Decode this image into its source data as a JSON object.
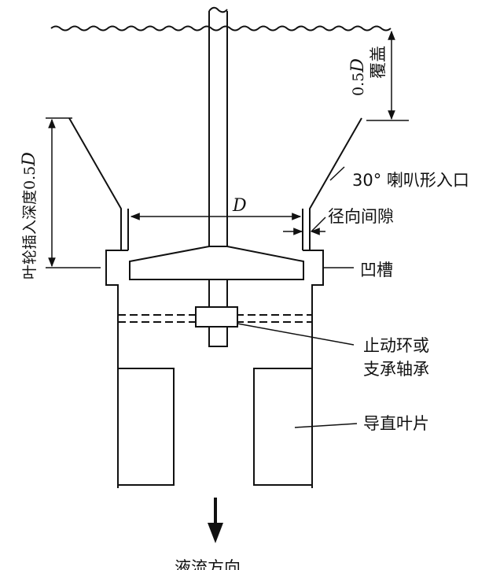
{
  "labels": {
    "impeller_depth_label": "叶轮插入深度0.5",
    "impeller_depth_symbol": "D",
    "cover_value": "0.5",
    "cover_symbol": "D",
    "cover_word": "覆盖",
    "flare_inlet": "30° 喇叭形入口",
    "diameter_symbol": "D",
    "radial_gap": "径向间隙",
    "groove": "凹槽",
    "stop_ring_line1": "止动环或",
    "stop_ring_line2": "支承轴承",
    "guide_vane": "导直叶片",
    "flow_direction": "液流方向"
  }
}
